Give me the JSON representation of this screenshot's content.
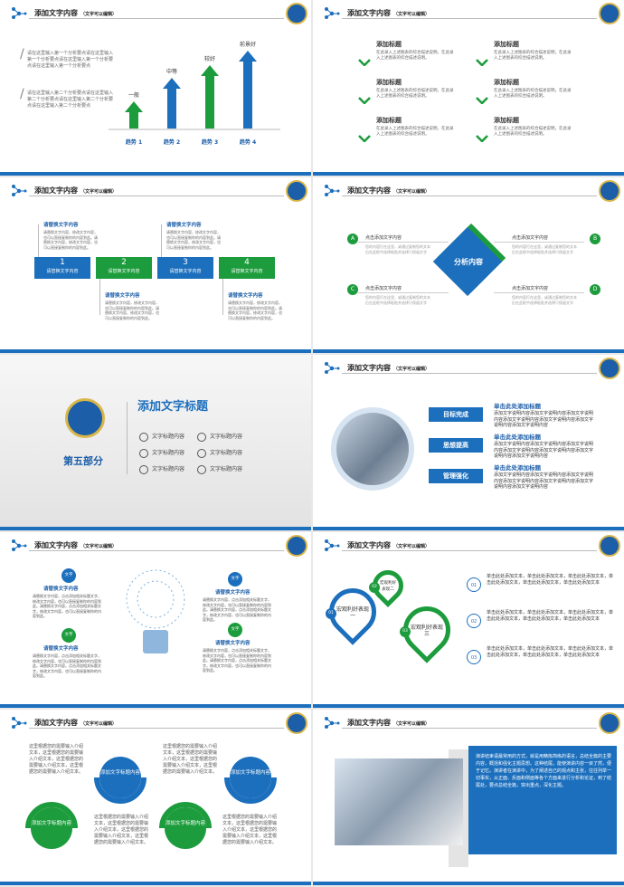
{
  "header": {
    "title": "添加文字内容",
    "sub": "（文字可以编辑）"
  },
  "colors": {
    "blue": "#1c6fbd",
    "green": "#1c9c3c"
  },
  "s1": {
    "p1": "请在这里输入第一个分析要点请在这里输入第一个分析要点请在这里输入第一个分析要点请在这里输入第一个分析要点",
    "p2": "请在这里输入第二个分析要点请在这里输入第二个分析要点请在这里输入第二个分析要点请在这里输入第二个分析要点",
    "bars": [
      {
        "top": "一般",
        "bottom": "趋势 1"
      },
      {
        "top": "中等",
        "bottom": "趋势 2"
      },
      {
        "top": "较好",
        "bottom": "趋势 3"
      },
      {
        "top": "前景好",
        "bottom": "趋势 4"
      }
    ]
  },
  "s2": {
    "items": [
      {
        "title": "添加标题",
        "text": "在此录入上述图表的综合描述说明，在此录入上述图表的综合描述说明。"
      },
      {
        "title": "添加标题",
        "text": "在此录入上述图表的综合描述说明，在此录入上述图表的综合描述说明。"
      },
      {
        "title": "添加标题",
        "text": "在此录入上述图表的综合描述说明，在此录入上述图表的综合描述说明。"
      },
      {
        "title": "添加标题",
        "text": "在此录入上述图表的综合描述说明，在此录入上述图表的综合描述说明。"
      },
      {
        "title": "添加标题",
        "text": "在此录入上述图表的综合描述说明，在此录入上述图表的综合描述说明。"
      },
      {
        "title": "添加标题",
        "text": "在此录入上述图表的综合描述说明，在此录入上述图表的综合描述说明。"
      }
    ]
  },
  "s3": {
    "blocks": [
      {
        "num": "1",
        "label": "请替换文字内容"
      },
      {
        "num": "2",
        "label": "请替换文字内容"
      },
      {
        "num": "3",
        "label": "请替换文字内容"
      },
      {
        "num": "4",
        "label": "请替换文字内容"
      }
    ],
    "title": "请替换文字内容",
    "text": "请替换文字内容，修改文字内容，也可以直接复制你的内容到此。请替换文字内容，修改文字内容，也可以直接复制你的内容到此。"
  },
  "s4": {
    "center": "分析内容",
    "letters": [
      "A",
      "B",
      "C",
      "D"
    ],
    "label": "点击添加文字内容",
    "text": "您的内容打在这里，或通过复制您的文本后在此框中选择粘贴并选择只保留文字"
  },
  "s5": {
    "section": "第五部分",
    "title": "添加文字标题",
    "items": [
      "文字标题内容",
      "文字标题内容",
      "文字标题内容",
      "文字标题内容",
      "文字标题内容",
      "文字标题内容"
    ]
  },
  "s6": {
    "tags": [
      "目标完成",
      "思想提高",
      "管理强化"
    ],
    "head": "单击此处添加标题",
    "text": "添加文字说明内容添加文字说明内容添加文字说明内容添加文字说明内容添加文字说明内容添加文字说明内容添加文字说明内容"
  },
  "s7": {
    "tag": "文字",
    "title": "请替换文字内容",
    "text": "请替换文字内容，点击添加相关标题文字，修改文字内容，也可以直接复制你的内容到此。请替换文字内容，点击添加相关标题文字，修改文字内容，也可以直接复制你的内容到此。"
  },
  "s8": {
    "pins": [
      {
        "n": "01",
        "t": "宏观利好表现一"
      },
      {
        "n": "02",
        "t": "宏观利好表现二"
      },
      {
        "n": "03",
        "t": "宏观利好表现三"
      }
    ],
    "text": "单击此处添加文本，单击此处添加文本，单击此处添加文本，单击此处添加文本，单击此处添加文本，单击此处添加文本",
    "nums": [
      "01",
      "02",
      "03"
    ]
  },
  "s9": {
    "label": "添加文字标题内容",
    "text": "这里根据您的需要输入介绍文本，这里根据您的需要输入介绍文本，这里根据您的需要输入介绍文本，这里根据您的需要输入介绍文本。"
  },
  "s10": {
    "text": "演讲结束语最常用的方式，就是用精炼简练的语言，总结全篇的主要内容，概括和强化主题思想。这种结尾，能使演讲内容一目了然，便于记忆。演讲者在演讲中，为了阐述自己的观点和主张，往往列举一切事实，从正面、反面和侧面等各个方面来进行分析和论证，到了结尾处，要点总结全篇，突出重点，深化主题。"
  }
}
